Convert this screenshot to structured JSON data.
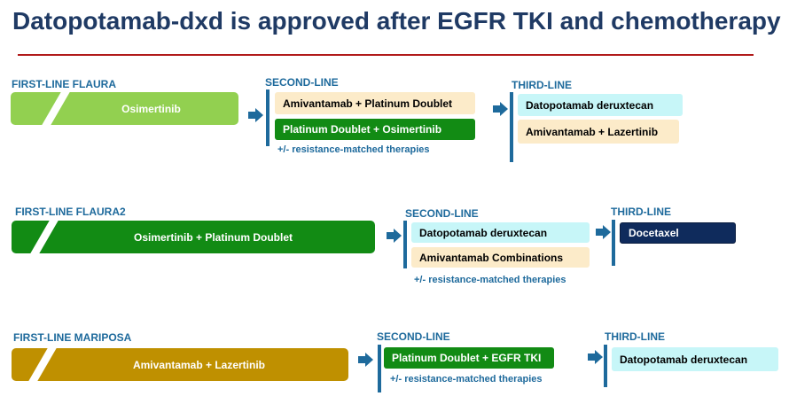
{
  "title": "Datopotamab-dxd is approved after EGFR TKI and chemotherapy",
  "colors": {
    "title": "#1f3a64",
    "label": "#1e6a9c",
    "rule": "#b11a1a",
    "flaura_first": "#92d050",
    "flaura2_first": "#128b14",
    "mariposa_first": "#bf9000",
    "peach_box": "#fcebc9",
    "cyan_box": "#c7f6f8",
    "green_box": "#128b14",
    "navy_box": "#0f2b5c"
  },
  "rows": [
    {
      "first_label": "FIRST-LINE FLAURA",
      "first_therapy": "Osimertinib",
      "second_label": "SECOND-LINE",
      "second_options": [
        "Amivantamab + Platinum Doublet",
        "Platinum Doublet + Osimertinib"
      ],
      "second_note": "+/- resistance-matched therapies",
      "third_label": "THIRD-LINE",
      "third_options": [
        "Datopotamab deruxtecan",
        "Amivantamab + Lazertinib"
      ]
    },
    {
      "first_label": "FIRST-LINE FLAURA2",
      "first_therapy": "Osimertinib + Platinum Doublet",
      "second_label": "SECOND-LINE",
      "second_options": [
        "Datopotamab deruxtecan",
        "Amivantamab Combinations"
      ],
      "second_note": "+/- resistance-matched therapies",
      "third_label": "THIRD-LINE",
      "third_options": [
        "Docetaxel"
      ]
    },
    {
      "first_label": "FIRST-LINE MARIPOSA",
      "first_therapy": "Amivantamab + Lazertinib",
      "second_label": "SECOND-LINE",
      "second_options": [
        "Platinum Doublet + EGFR TKI"
      ],
      "second_note": "+/- resistance-matched therapies",
      "third_label": "THIRD-LINE",
      "third_options": [
        "Datopotamab deruxtecan"
      ]
    }
  ]
}
